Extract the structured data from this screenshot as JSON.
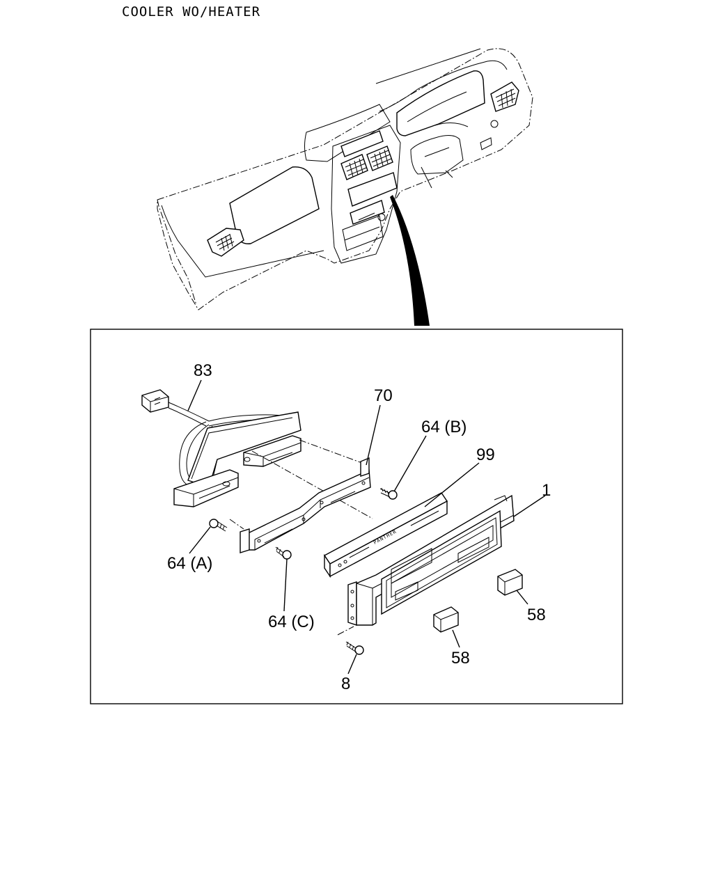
{
  "title": "COOLER WO/HEATER",
  "panel_text": "PANTHER",
  "callouts": [
    {
      "id": "83",
      "label": "83"
    },
    {
      "id": "70",
      "label": "70"
    },
    {
      "id": "64b",
      "label": "64 (B)"
    },
    {
      "id": "99",
      "label": "99"
    },
    {
      "id": "1",
      "label": "1"
    },
    {
      "id": "64a",
      "label": "64 (A)"
    },
    {
      "id": "64c",
      "label": "64 (C)"
    },
    {
      "id": "58a",
      "label": "58"
    },
    {
      "id": "58b",
      "label": "58"
    },
    {
      "id": "8",
      "label": "8"
    }
  ]
}
